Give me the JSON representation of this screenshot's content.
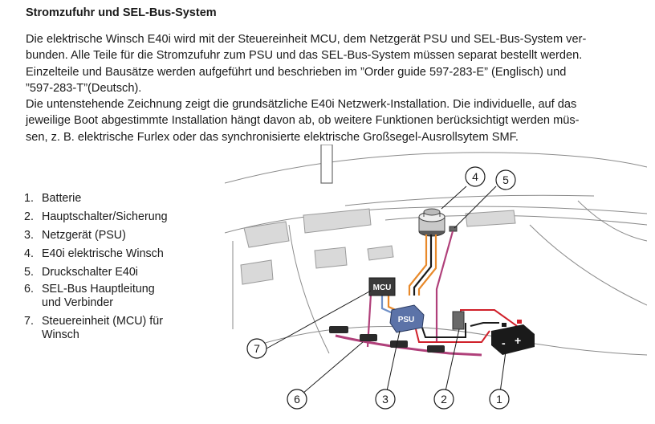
{
  "heading": "Stromzufuhr und SEL-Bus-System",
  "paragraph_lines": [
    "Die elektrische Winsch E40i wird mit der Steuereinheit MCU, dem Netzgerät PSU und SEL-Bus-System ver-",
    "bunden. Alle Teile für die Stromzufuhr zum PSU und das SEL-Bus-System müssen separat bestellt werden.",
    "Einzelteile und Bausätze werden aufgeführt und beschrieben im ”Order guide 597-283-E” (Englisch) und",
    "”597-283-T”(Deutsch).",
    "Die untenstehende Zeichnung zeigt die grundsätzliche E40i Netzwerk-Installation. Die individuelle, auf das",
    "jeweilige Boot abgestimmte Installation hängt davon ab, ob weitere Funktionen berücksichtigt werden müs-",
    "sen, z. B. elektrische Furlex oder das synchronisierte elektrische Großsegel-Ausrollsytem SMF."
  ],
  "legend": [
    {
      "num": "1.",
      "text": "Batterie"
    },
    {
      "num": "2.",
      "text": "Hauptschalter/Sicherung"
    },
    {
      "num": "3.",
      "text": "Netzgerät (PSU)"
    },
    {
      "num": "4.",
      "text": "E40i elektrische Winsch"
    },
    {
      "num": "5.",
      "text": "Druckschalter E40i"
    },
    {
      "num": "6.",
      "text": "SEL-Bus Hauptleitung",
      "text2": "und Verbinder"
    },
    {
      "num": "7.",
      "text": "Steuereinheit (MCU) für",
      "text2": "Winsch"
    }
  ],
  "diagram": {
    "mcu_label": "MCU",
    "psu_label": "PSU",
    "battery_minus": "-",
    "battery_plus": "+",
    "callouts": [
      "1",
      "2",
      "3",
      "4",
      "5",
      "6",
      "7"
    ],
    "colors": {
      "sel_bus": "#b0407a",
      "orange_cable": "#e8892a",
      "blue_cable": "#6f8fc7",
      "power_red": "#d0202a",
      "line_black": "#1a1a1a"
    }
  }
}
